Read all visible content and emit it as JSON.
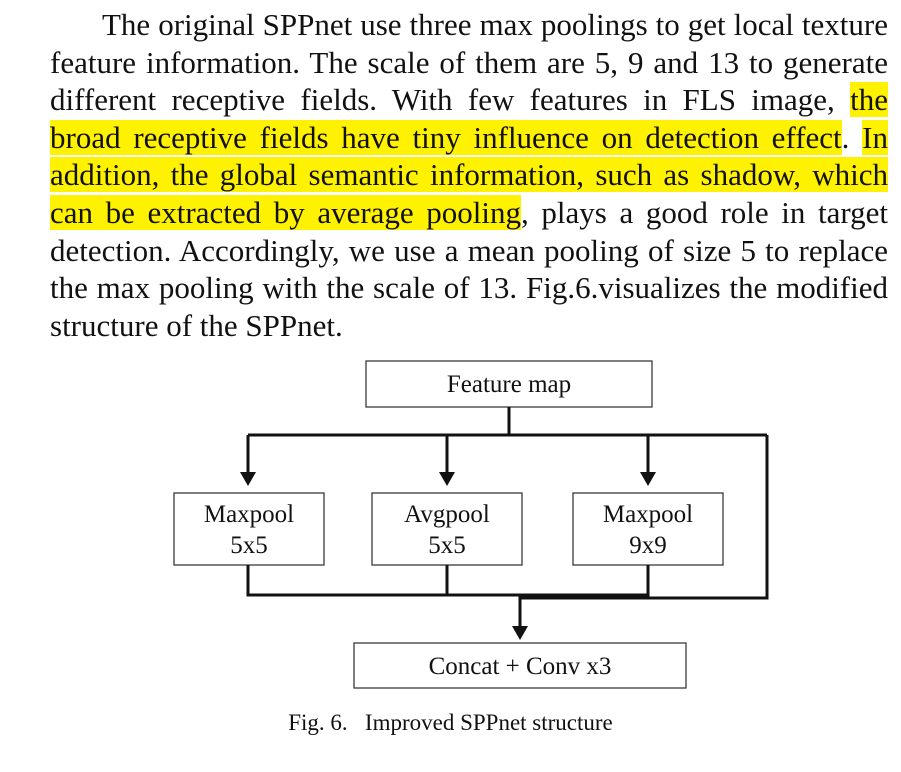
{
  "paragraph": {
    "part1": "The original SPPnet use three max poolings to get local texture feature information. The scale of them are 5, 9 and 13 to generate different receptive fields. With few features in FLS image, ",
    "highlight1": "the broad receptive fields have tiny influence on detection effect",
    "part2": ". ",
    "highlight2": "In addition, the global semantic information, such as shadow, which can be extracted by average pooling",
    "part3": ", plays a good role in target detection. Accordingly, we use a mean pooling of size 5 to replace the max pooling with the scale of 13. Fig.6.visualizes the modified structure of the SPPnet.",
    "highlight_color": "#fff200"
  },
  "diagram": {
    "input": "Feature map",
    "branches": [
      {
        "line1": "Maxpool",
        "line2": "5x5"
      },
      {
        "line1": "Avgpool",
        "line2": "5x5"
      },
      {
        "line1": "Maxpool",
        "line2": "9x9"
      }
    ],
    "output": "Concat + Conv x3"
  },
  "caption": {
    "label": "Fig. 6.",
    "text": "Improved SPPnet structure"
  }
}
